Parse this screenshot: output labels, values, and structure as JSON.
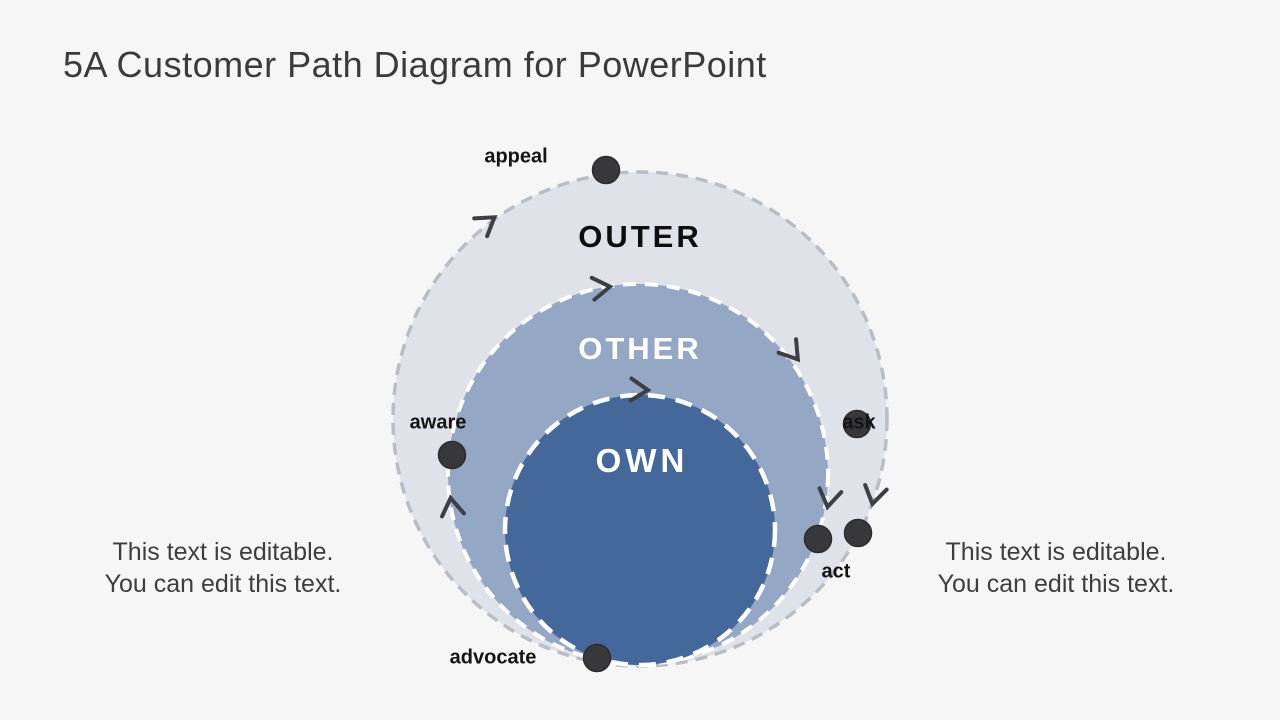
{
  "title": "5A Customer Path Diagram for PowerPoint",
  "diagram": {
    "rings": [
      {
        "label": "OUTER",
        "fill": "#dfe2e9",
        "border_color": "#b9bdc4"
      },
      {
        "label": "OTHER",
        "fill": "#94a7c4",
        "border_color": "#ffffff"
      },
      {
        "label": "OWN",
        "fill": "#45689a",
        "border_color": "#ffffff"
      }
    ],
    "stages": [
      {
        "label": "appeal"
      },
      {
        "label": "aware"
      },
      {
        "label": "ask"
      },
      {
        "label": "act"
      },
      {
        "label": "advocate"
      }
    ],
    "marker_color": "#38383a",
    "marker_edge_color": "#2c2c2c",
    "arrow_color": "#3c3f44"
  },
  "side_notes": {
    "left": {
      "line1": "This text is editable.",
      "line2": "You can edit this text."
    },
    "right": {
      "line1": "This text is editable.",
      "line2": "You can edit this text."
    }
  }
}
